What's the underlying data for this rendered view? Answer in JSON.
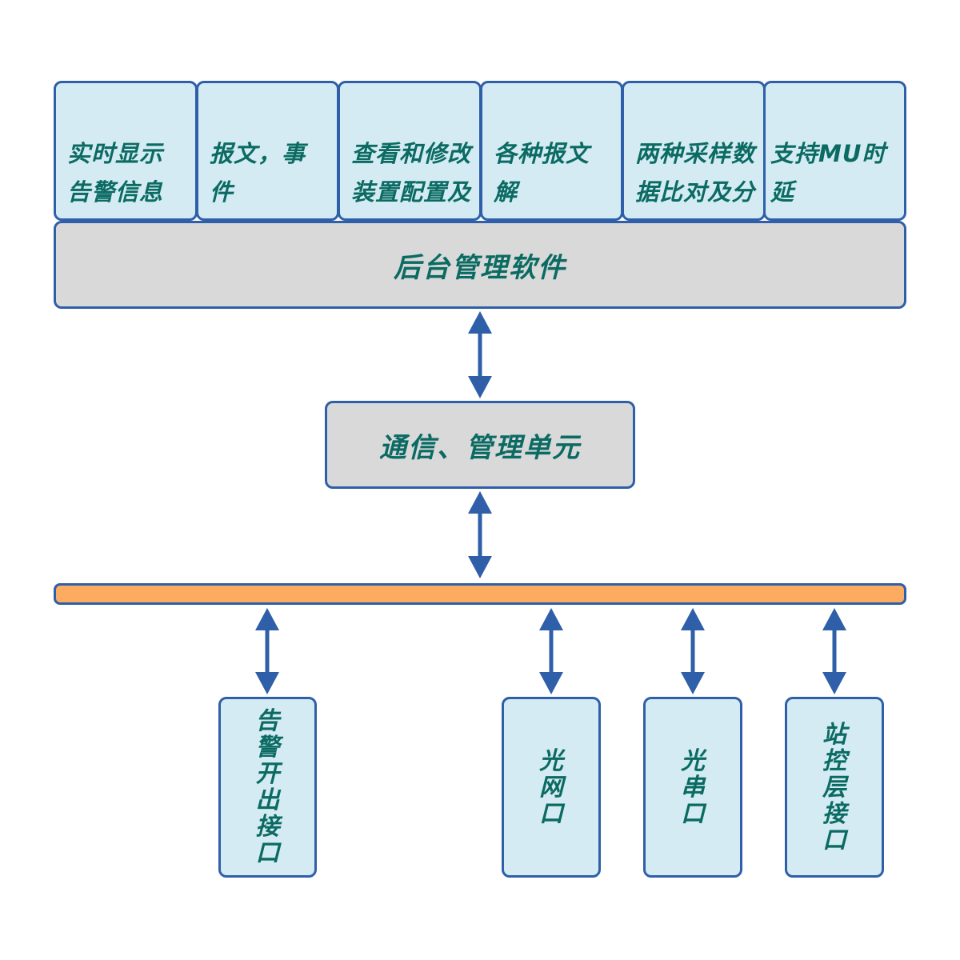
{
  "top_functions": [
    {
      "label": "实时显示\n告警信息"
    },
    {
      "label": "报文，事件\n及录波数据\n查询和提取"
    },
    {
      "label": "查看和修改\n装置配置及\n录波定值"
    },
    {
      "label": "各种报文解\n析及暂态录\n波文件显示"
    },
    {
      "label": "两种采样数\n据比对及分\n析"
    },
    {
      "label": "支持MU时延\n特性分析"
    }
  ],
  "backend": {
    "label": "后台管理软件"
  },
  "comm_unit": {
    "label": "通信、管理单元"
  },
  "interfaces": [
    {
      "label": "告警开出接口"
    },
    {
      "label": "光网口"
    },
    {
      "label": "光串口"
    },
    {
      "label": "站控层接口"
    }
  ],
  "colors": {
    "border": "#2f5fa8",
    "box_fill": "#d4ebf3",
    "gray_fill": "#d9d9d9",
    "bus_fill": "#fdab61",
    "text": "#0b6b63",
    "arrow": "#2f5fa8"
  }
}
